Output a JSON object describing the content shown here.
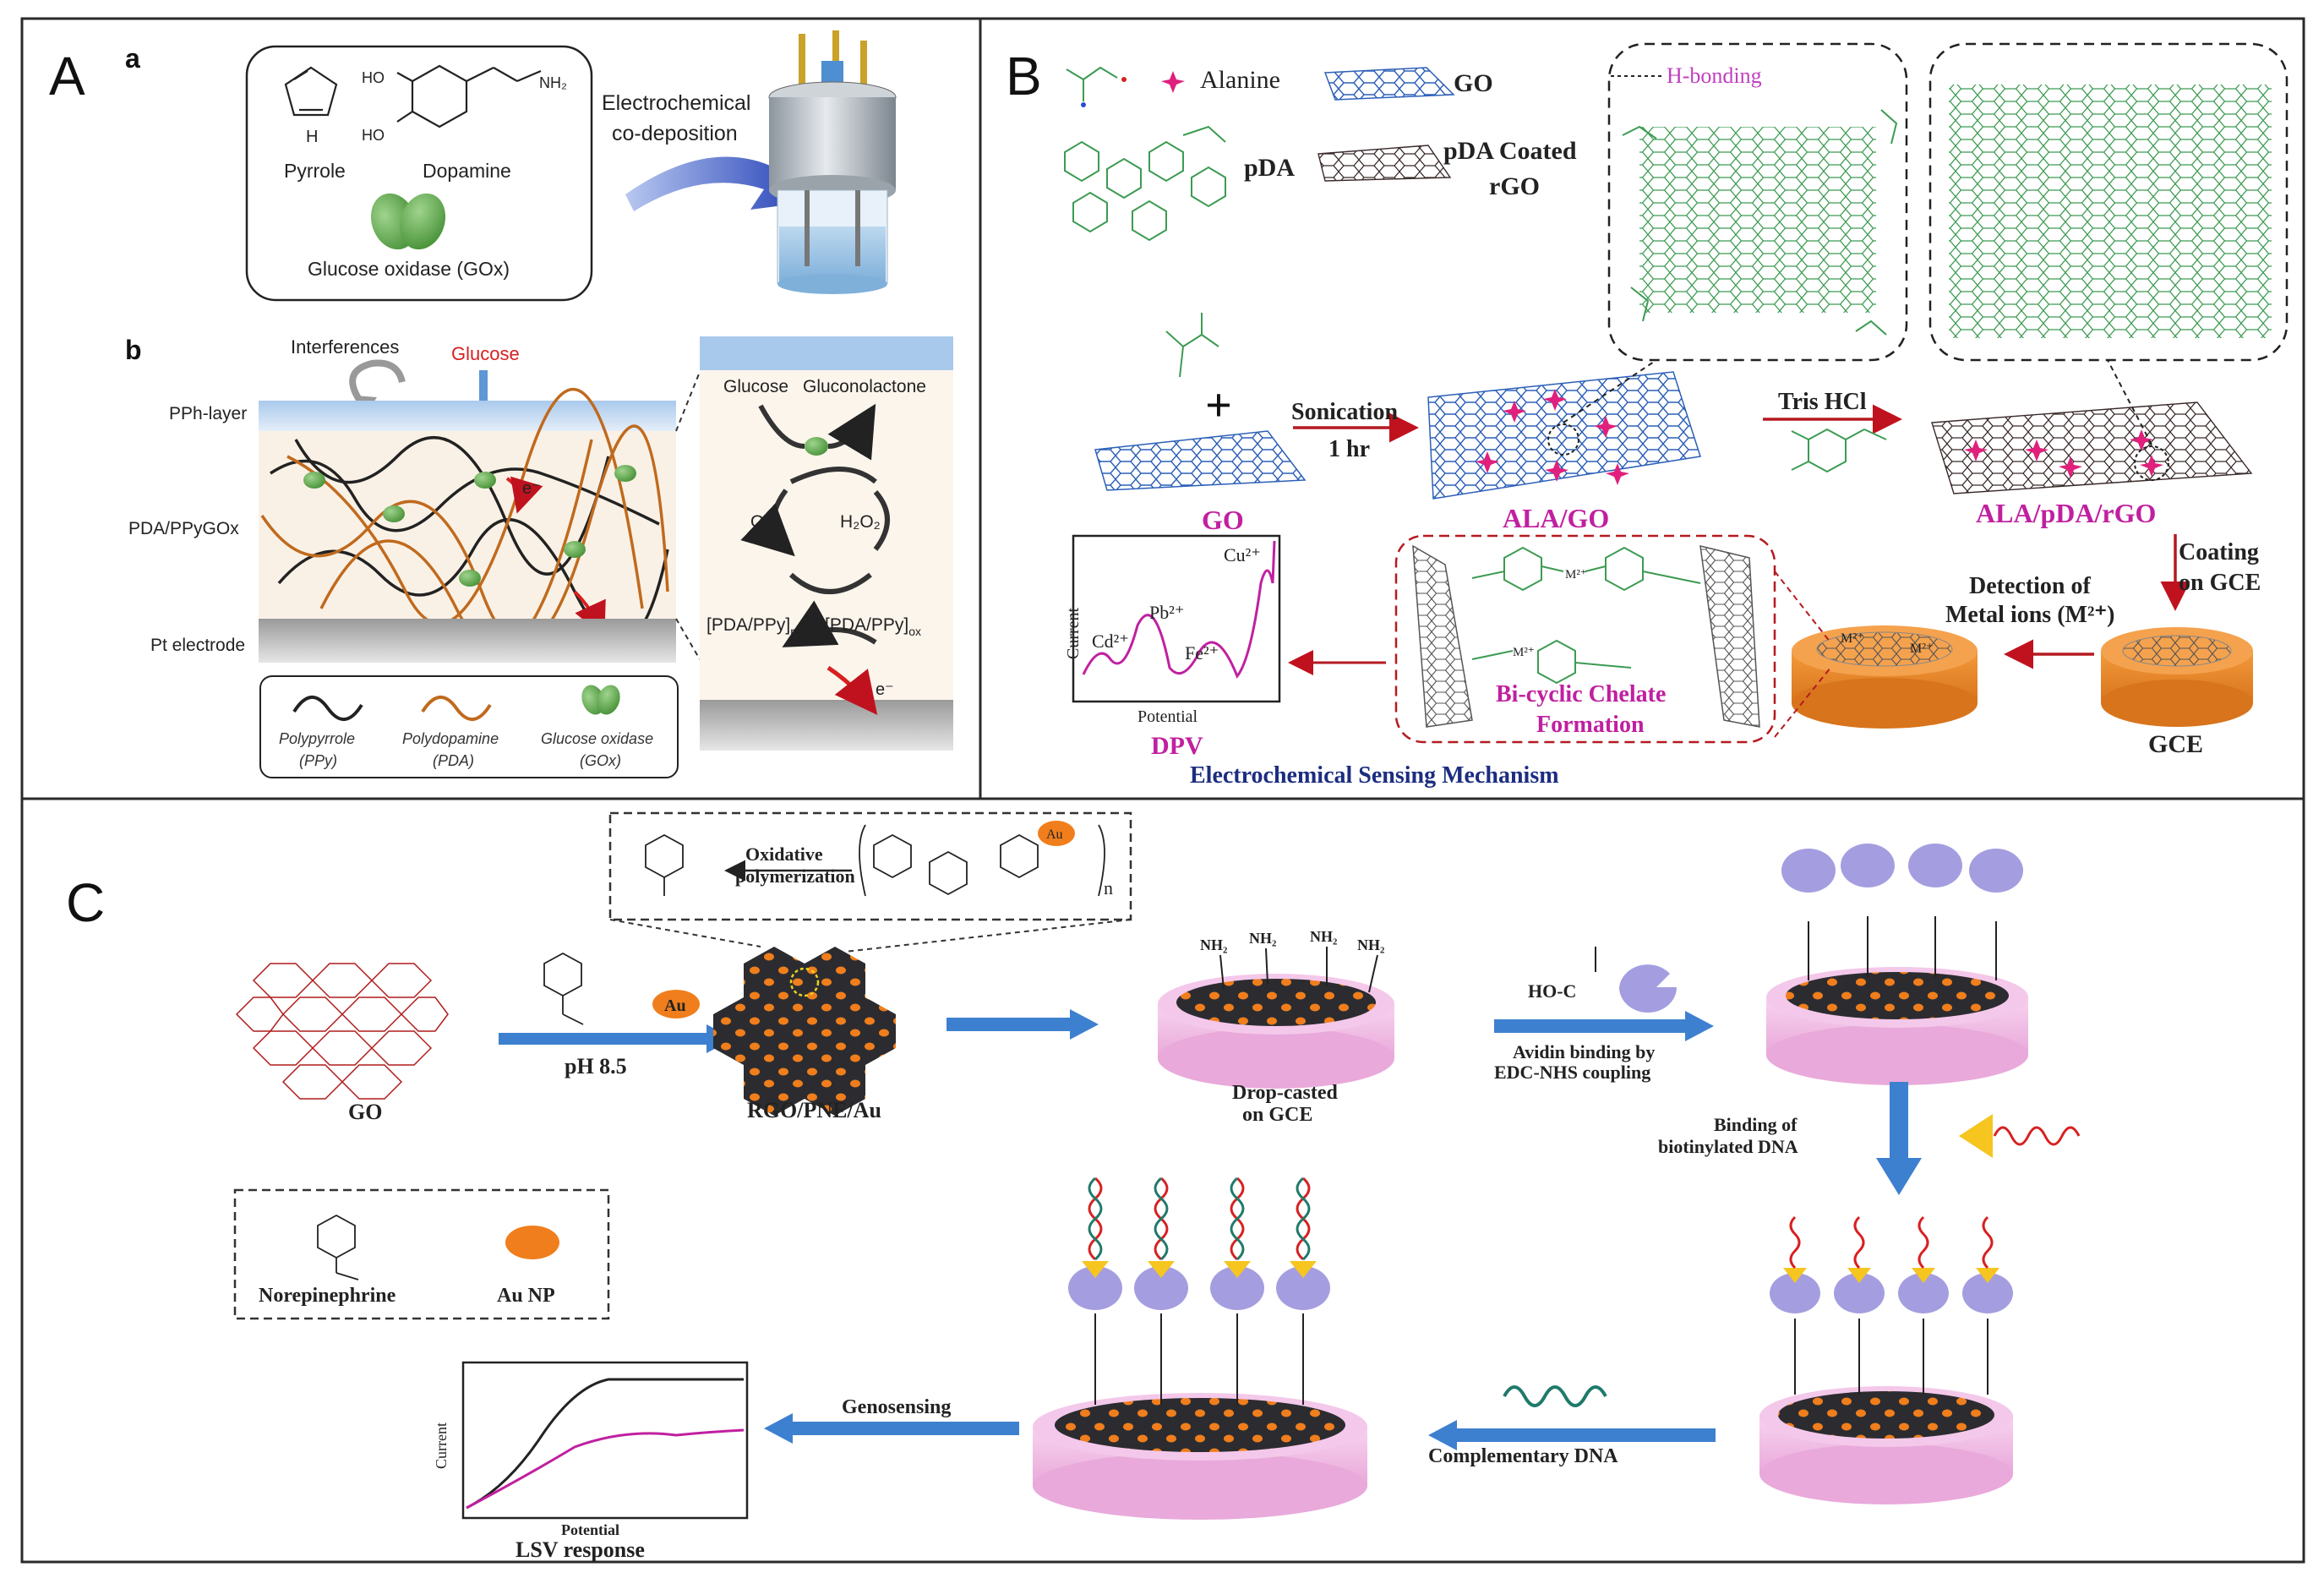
{
  "panelA": {
    "letter": "A",
    "sub_a": "a",
    "sub_b": "b",
    "pyrrole": "Pyrrole",
    "pyrrole_h": "H",
    "dopamine": "Dopamine",
    "ho1": "HO",
    "ho2": "HO",
    "nh2": "NH₂",
    "gox": "Glucose oxidase (GOx)",
    "electro_1": "Electrochemical",
    "electro_2": "co-deposition",
    "interferences": "Interferences",
    "glucose": "Glucose",
    "pph_layer": "PPh-layer",
    "pda_ppy_gox": "PDA/PPyGOx",
    "pt_electrode": "Pt electrode",
    "e_minus": "e⁻",
    "legend_ppy_1": "Polypyrrole",
    "legend_ppy_2": "(PPy)",
    "legend_pda_1": "Polydopamine",
    "legend_pda_2": "(PDA)",
    "legend_gox_1": "Glucose oxidase",
    "legend_gox_2": "(GOx)",
    "cycle_glucose": "Glucose",
    "cycle_gluconolactone": "Gluconolactone",
    "o2": "O₂",
    "h2o2": "H₂O₂",
    "pda_ppy_re": "[PDA/PPy]",
    "pda_ppy_re_sub": "re",
    "pda_ppy_ox": "[PDA/PPy]",
    "pda_ppy_ox_sub": "ox"
  },
  "panelB": {
    "letter": "B",
    "alanine": "Alanine",
    "go": "GO",
    "pda": "pDA",
    "pda_coated_1": "pDA Coated",
    "pda_coated_2": "rGO",
    "h_bonding": "H-bonding",
    "plus": "+",
    "sonication": "Sonication",
    "one_hr": "1 hr",
    "go_label": "GO",
    "ala_go": "ALA/GO",
    "tris_hcl": "Tris HCl",
    "ala_pda_rgo": "ALA/pDA/rGO",
    "coating_1": "Coating",
    "coating_2": "on GCE",
    "detection_1": "Detection of",
    "detection_2": "Metal ions (M²⁺)",
    "gce": "GCE",
    "chelate_1": "Bi-cyclic Chelate",
    "chelate_2": "Formation",
    "dpv": "DPV",
    "dpv_current": "Current",
    "dpv_potential": "Potential",
    "cd": "Cd²⁺",
    "pb": "Pb²⁺",
    "fe": "Fe²⁺",
    "cu": "Cu²⁺",
    "mechanism": "Electrochemical Sensing Mechanism",
    "m2": "M²⁺"
  },
  "panelC": {
    "letter": "C",
    "oxidative_1": "Oxidative",
    "oxidative_2": "polymerization",
    "au": "Au",
    "ph": "pH 8.5",
    "go": "GO",
    "rgo_pne_au": "RGO/PNE/Au",
    "dropcast_1": "Drop-casted",
    "dropcast_2": "on GCE",
    "avidin_1": "Avidin binding by",
    "avidin_2": "EDC-NHS coupling",
    "cooh": "HO-C",
    "binding_1": "Binding of",
    "binding_2": "biotinylated DNA",
    "norepinephrine": "Norepinephrine",
    "au_np": "Au NP",
    "complementary": "Complementary DNA",
    "genosensing": "Genosensing",
    "lsv_current": "Current",
    "lsv_potential": "Potential",
    "lsv_response": "LSV response",
    "nh2": "NH₂",
    "n": "n"
  }
}
